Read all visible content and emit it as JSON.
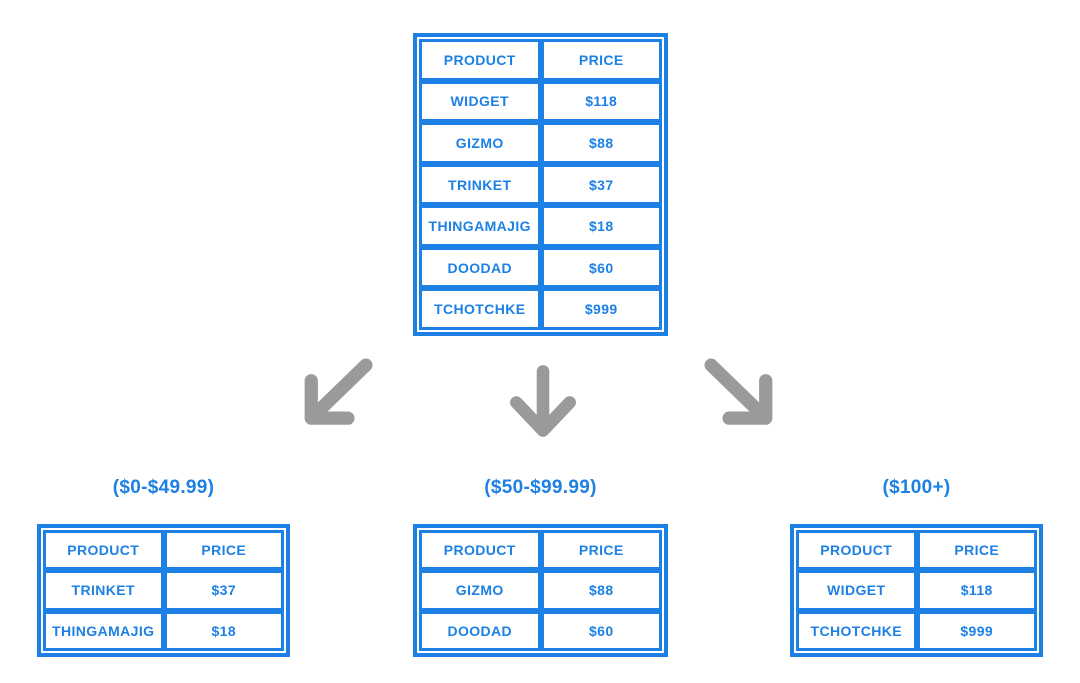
{
  "colors": {
    "accent_blue": "#1C80E4",
    "arrow_gray": "#9A9A9A",
    "background": "#FFFFFF"
  },
  "main_table": {
    "headers": {
      "product": "PRODUCT",
      "price": "PRICE"
    },
    "rows": [
      {
        "product": "WIDGET",
        "price": "$118"
      },
      {
        "product": "GIZMO",
        "price": "$88"
      },
      {
        "product": "TRINKET",
        "price": "$37"
      },
      {
        "product": "THINGAMAJIG",
        "price": "$18"
      },
      {
        "product": "DOODAD",
        "price": "$60"
      },
      {
        "product": "TCHOTCHKE",
        "price": "$999"
      }
    ]
  },
  "arrows": [
    {
      "name": "arrow-down-left",
      "direction": "down-left"
    },
    {
      "name": "arrow-down",
      "direction": "down"
    },
    {
      "name": "arrow-down-right",
      "direction": "down-right"
    }
  ],
  "partitions": [
    {
      "label": "($0-$49.99)",
      "headers": {
        "product": "PRODUCT",
        "price": "PRICE"
      },
      "rows": [
        {
          "product": "TRINKET",
          "price": "$37"
        },
        {
          "product": "THINGAMAJIG",
          "price": "$18"
        }
      ]
    },
    {
      "label": "($50-$99.99)",
      "headers": {
        "product": "PRODUCT",
        "price": "PRICE"
      },
      "rows": [
        {
          "product": "GIZMO",
          "price": "$88"
        },
        {
          "product": "DOODAD",
          "price": "$60"
        }
      ]
    },
    {
      "label": "($100+)",
      "headers": {
        "product": "PRODUCT",
        "price": "PRICE"
      },
      "rows": [
        {
          "product": "WIDGET",
          "price": "$118"
        },
        {
          "product": "TCHOTCHKE",
          "price": "$999"
        }
      ]
    }
  ]
}
